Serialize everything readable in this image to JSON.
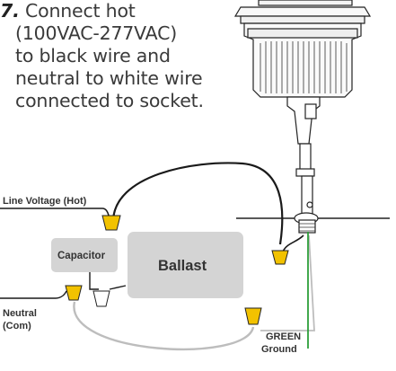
{
  "instruction": {
    "number": "7.",
    "lines": [
      "Connect hot",
      "(100VAC-277VAC)",
      "to black wire and",
      "neutral to white wire",
      "connected to socket."
    ]
  },
  "labels": {
    "line_voltage": "Line Voltage (Hot)",
    "capacitor": "Capacitor",
    "ballast": "Ballast",
    "neutral_line1": "Neutral",
    "neutral_line2": "(Com)",
    "ground_line1": "GREEN",
    "ground_line2": "Ground"
  },
  "colors": {
    "wire_black": "#1a1a1a",
    "wire_white": "#b8b8b8",
    "wire_ground": "#2e9e3a",
    "wire_nut": "#f2c200",
    "component_fill": "#d4d4d4",
    "text": "#333333"
  }
}
